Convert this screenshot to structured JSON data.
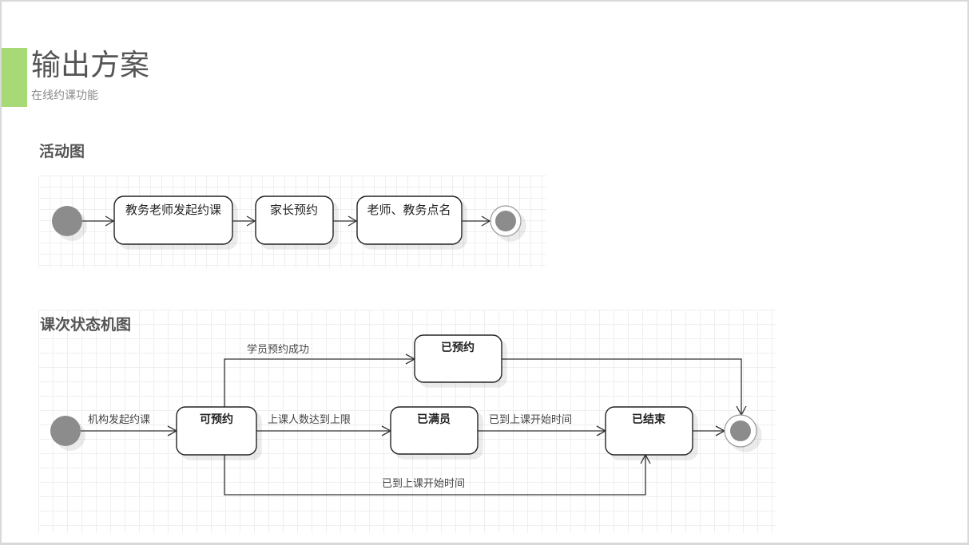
{
  "header": {
    "title": "输出方案",
    "subtitle": "在线约课功能",
    "accent_color": "#a8d977"
  },
  "activity_diagram": {
    "title": "活动图",
    "nodes": [
      {
        "id": "start",
        "type": "initial"
      },
      {
        "id": "a1",
        "type": "action",
        "label": "教务老师发起约课"
      },
      {
        "id": "a2",
        "type": "action",
        "label": "家长预约"
      },
      {
        "id": "a3",
        "type": "action",
        "label": "老师、教务点名"
      },
      {
        "id": "end",
        "type": "final"
      }
    ],
    "edges": [
      {
        "from": "start",
        "to": "a1"
      },
      {
        "from": "a1",
        "to": "a2"
      },
      {
        "from": "a2",
        "to": "a3"
      },
      {
        "from": "a3",
        "to": "end"
      }
    ]
  },
  "state_diagram": {
    "title": "课次状态机图",
    "states": [
      {
        "id": "start",
        "type": "initial"
      },
      {
        "id": "bookable",
        "type": "state",
        "label": "可预约"
      },
      {
        "id": "booked",
        "type": "state",
        "label": "已预约"
      },
      {
        "id": "full",
        "type": "state",
        "label": "已满员"
      },
      {
        "id": "ended",
        "type": "state",
        "label": "已结束"
      },
      {
        "id": "end",
        "type": "final"
      }
    ],
    "transitions": [
      {
        "from": "start",
        "to": "bookable",
        "label": "机构发起约课"
      },
      {
        "from": "bookable",
        "to": "booked",
        "label": "学员预约成功"
      },
      {
        "from": "bookable",
        "to": "full",
        "label": "上课人数达到上限"
      },
      {
        "from": "full",
        "to": "ended",
        "label": "已到上课开始时间"
      },
      {
        "from": "bookable",
        "to": "ended",
        "label": "已到上课开始时间"
      },
      {
        "from": "booked",
        "to": "end",
        "label": ""
      },
      {
        "from": "ended",
        "to": "end",
        "label": ""
      }
    ]
  },
  "colors": {
    "initial_fill": "#8c8c8c",
    "line": "#333333",
    "grid": "#efefef"
  }
}
